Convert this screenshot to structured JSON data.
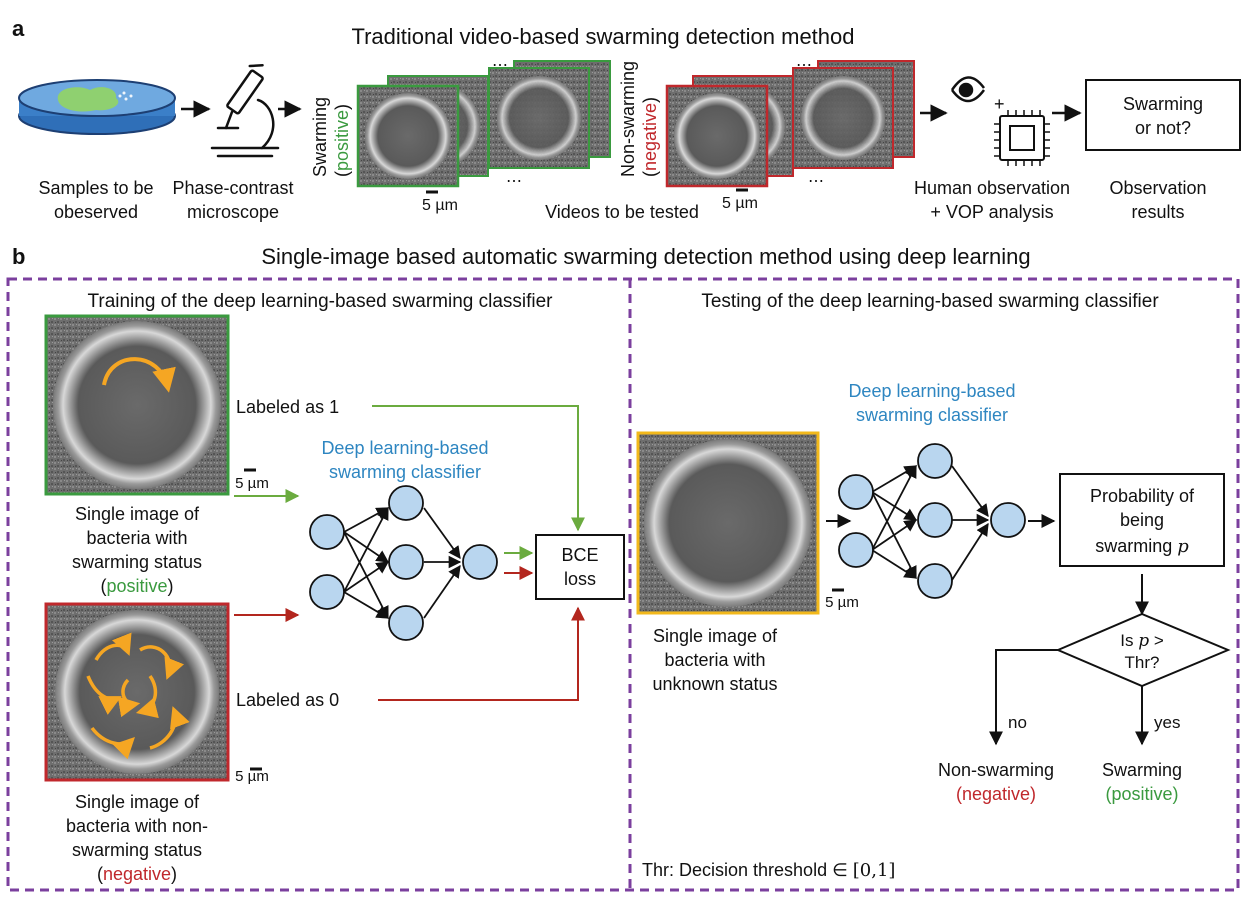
{
  "panel_a": {
    "letter": "a",
    "title": "Traditional video-based swarming detection method",
    "samples_label_1": "Samples to be",
    "samples_label_2": "obeserved",
    "microscope_label_1": "Phase-contrast",
    "microscope_label_2": "microscope",
    "swarming_label": "Swarming",
    "swarming_positive_open": "(",
    "swarming_positive": "positive",
    "swarming_positive_close": ")",
    "nonswarming_label": "Non-swarming",
    "nonswarming_negative_open": "(",
    "nonswarming_negative": "negative",
    "nonswarming_negative_close": ")",
    "scale_1": "5 µm",
    "scale_2": "5 µm",
    "videos_label": "Videos to be tested",
    "plus": "+",
    "human_label_1": "Human observation",
    "human_label_2": "+ VOP analysis",
    "result_box_1": "Swarming",
    "result_box_2": "or not?",
    "results_label_1": "Observation",
    "results_label_2": "results"
  },
  "panel_b": {
    "letter": "b",
    "title": "Single-image based automatic swarming detection method using deep learning",
    "training": {
      "title": "Training of the deep learning-based swarming classifier",
      "labeled_1": "Labeled as 1",
      "labeled_0": "Labeled as 0",
      "classifier_1": "Deep learning-based",
      "classifier_2": "swarming classifier",
      "bce_1": "BCE",
      "bce_2": "loss",
      "scale_top": "5 µm",
      "scale_bottom": "5 µm",
      "pos_caption_1": "Single image of",
      "pos_caption_2": "bacteria with",
      "pos_caption_3": "swarming status",
      "pos_caption_open": "(",
      "pos_caption_4": "positive",
      "pos_caption_close": ")",
      "neg_caption_1": "Single image of",
      "neg_caption_2": "bacteria with non-",
      "neg_caption_3": "swarming status",
      "neg_caption_open": "(",
      "neg_caption_4": "negative",
      "neg_caption_close": ")"
    },
    "testing": {
      "title": "Testing of the deep learning-based swarming classifier",
      "classifier_1": "Deep learning-based",
      "classifier_2": "swarming classifier",
      "scale": "5 µm",
      "caption_1": "Single image of",
      "caption_2": "bacteria with",
      "caption_3": "unknown status",
      "prob_1": "Probability of",
      "prob_2": "being",
      "prob_3": "swarming",
      "prob_var": "p",
      "decision_1": "Is",
      "decision_var": "p",
      "decision_gt": ">",
      "decision_2": "Thr?",
      "no": "no",
      "yes": "yes",
      "non_swarming": "Non-swarming",
      "negative": "(negative)",
      "swarming": "Swarming",
      "positive": "(positive)",
      "threshold_note": "Thr: Decision threshold ∈",
      "threshold_range": "[0,1]"
    }
  },
  "colors": {
    "green": "#3a9a3f",
    "red": "#c0282c",
    "blue": "#2e86c1",
    "purple_dash": "#7b3f9e",
    "gold": "#f2b81b",
    "node_fill": "#b9d6ef",
    "arrow_orange": "#f5a623"
  }
}
